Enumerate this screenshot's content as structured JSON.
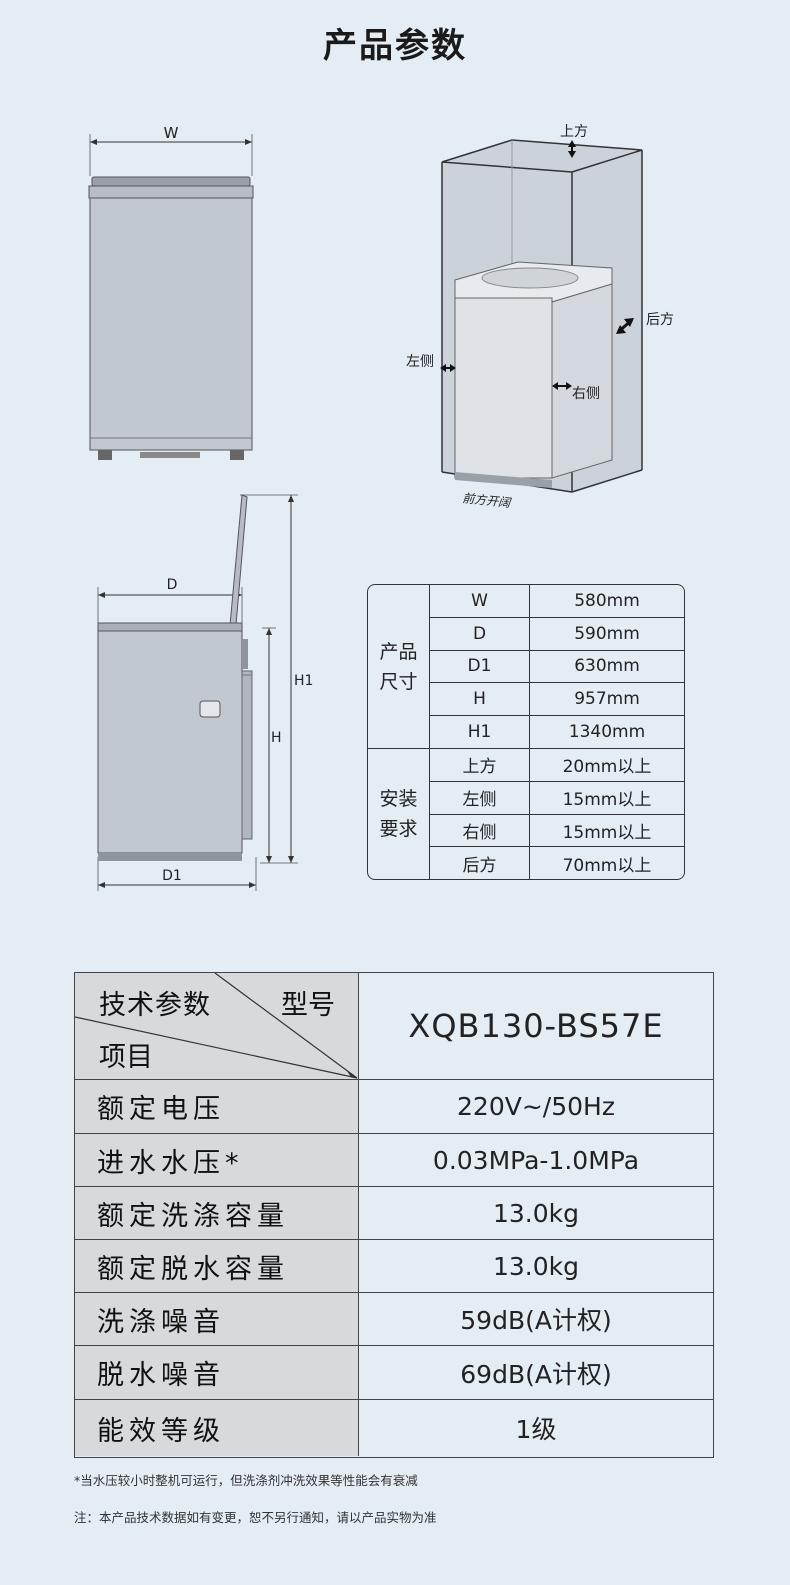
{
  "page_title": "产品参数",
  "diagram_front": {
    "label_w": "W"
  },
  "diagram_install": {
    "label_top": "上方",
    "label_back": "后方",
    "label_left": "左侧",
    "label_right": "右侧",
    "label_front": "前方开阔"
  },
  "diagram_side": {
    "label_d": "D",
    "label_d1": "D1",
    "label_h": "H",
    "label_h1": "H1"
  },
  "dimension_table": {
    "groups": [
      {
        "header": "产品\n尺寸",
        "rows": [
          {
            "key": "W",
            "value": "580mm"
          },
          {
            "key": "D",
            "value": "590mm"
          },
          {
            "key": "D1",
            "value": "630mm"
          },
          {
            "key": "H",
            "value": "957mm"
          },
          {
            "key": "H1",
            "value": "1340mm"
          }
        ]
      },
      {
        "header": "安装\n要求",
        "rows": [
          {
            "key": "上方",
            "value": "20mm以上"
          },
          {
            "key": "左侧",
            "value": "15mm以上"
          },
          {
            "key": "右侧",
            "value": "15mm以上"
          },
          {
            "key": "后方",
            "value": "70mm以上"
          }
        ]
      }
    ]
  },
  "spec_table": {
    "corner_top_left": "技术参数",
    "corner_top_right": "型号",
    "corner_bottom": "项目",
    "model": "XQB130-BS57E",
    "rows": [
      {
        "label": "额定电压",
        "value": "220V~/50Hz"
      },
      {
        "label": "进水水压*",
        "value": "0.03MPa-1.0MPa"
      },
      {
        "label": "额定洗涤容量",
        "value": "13.0kg"
      },
      {
        "label": "额定脱水容量",
        "value": "13.0kg"
      },
      {
        "label": "洗涤噪音",
        "value": "59dB(A计权)"
      },
      {
        "label": "脱水噪音",
        "value": "69dB(A计权)"
      },
      {
        "label": "能效等级",
        "value": "1级"
      }
    ]
  },
  "footnote_1": "*当水压较小时整机可运行，但洗涤剂冲洗效果等性能会有衰减",
  "footnote_2": "注：本产品技术数据如有变更，恕不另行通知，请以产品实物为准",
  "colors": {
    "background": "#e4ecf4",
    "cell_grey": "#d7dadd",
    "box_fill": "#c9d0d8"
  }
}
